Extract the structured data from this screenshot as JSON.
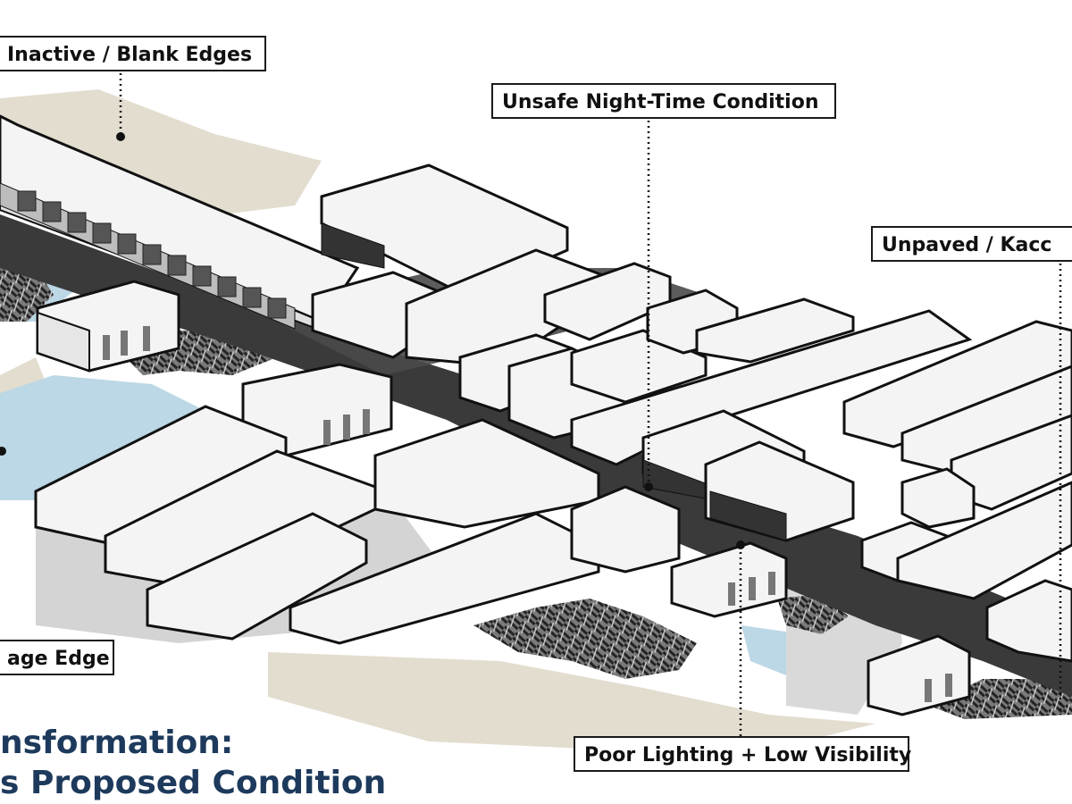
{
  "callouts": {
    "inactive_edges": "Inactive / Blank Edges",
    "night_time": "Unsafe Night-Time Condition",
    "unpaved": "Unpaved / Kacc",
    "edge": "age Edge",
    "lighting": "Poor Lighting + Low Visibility"
  },
  "title": {
    "line1": "nsformation:",
    "line2": "s Proposed Condition"
  },
  "colors": {
    "title": "#1d3a5c",
    "road": "#3a3a3a",
    "ground_sand": "#e3ddcf",
    "water": "#bcd7e6",
    "roof": "#f4f4f4",
    "wall": "#e6e6e6",
    "outline": "#111111"
  }
}
